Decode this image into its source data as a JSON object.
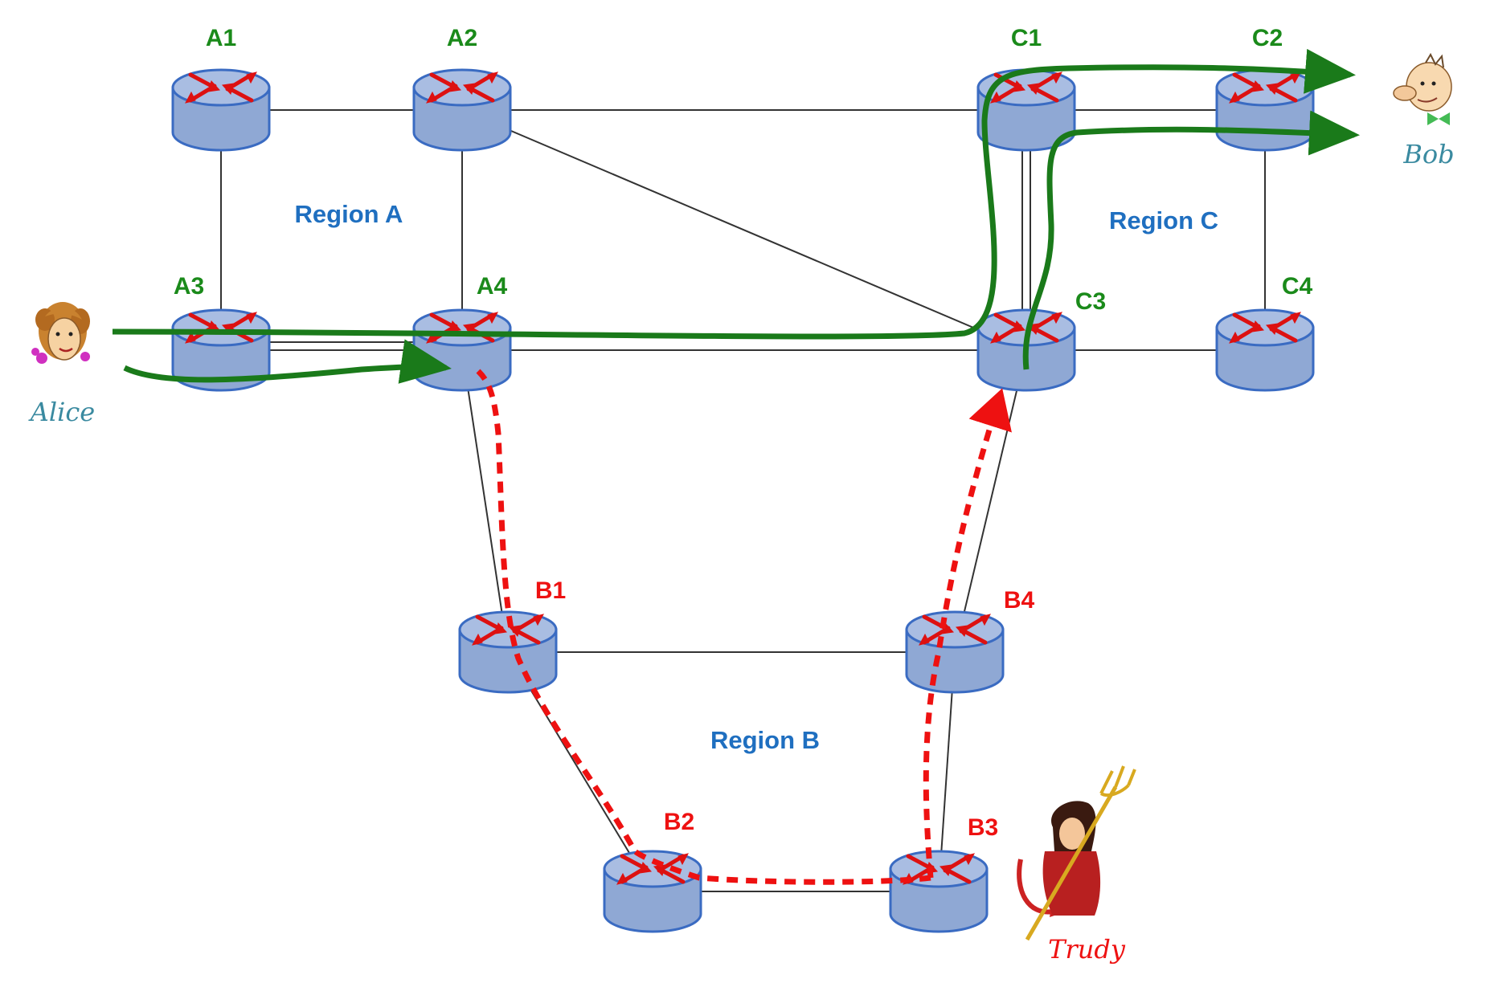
{
  "colors": {
    "region_a_router_label": "#1a8a1a",
    "region_c_router_label": "#1a8a1a",
    "region_b_router_label": "#ee1111",
    "region_label": "#1f6fc0",
    "router_body": "#8fa8d4",
    "router_top": "#a9bde2",
    "router_edge": "#3a6bc2",
    "router_arrows": "#dd1111",
    "legit_path": "#1a7a1a",
    "attack_path": "#ee1111",
    "alice_label": "#3a8aa0",
    "bob_label": "#3a8aa0",
    "trudy_label": "#ee1111"
  },
  "routers": {
    "A1": "A1",
    "A2": "A2",
    "A3": "A3",
    "A4": "A4",
    "B1": "B1",
    "B2": "B2",
    "B3": "B3",
    "B4": "B4",
    "C1": "C1",
    "C2": "C2",
    "C3": "C3",
    "C4": "C4"
  },
  "regions": {
    "a": "Region A",
    "b": "Region B",
    "c": "Region C"
  },
  "people": {
    "alice": "Alice",
    "bob": "Bob",
    "trudy": "Trudy"
  }
}
